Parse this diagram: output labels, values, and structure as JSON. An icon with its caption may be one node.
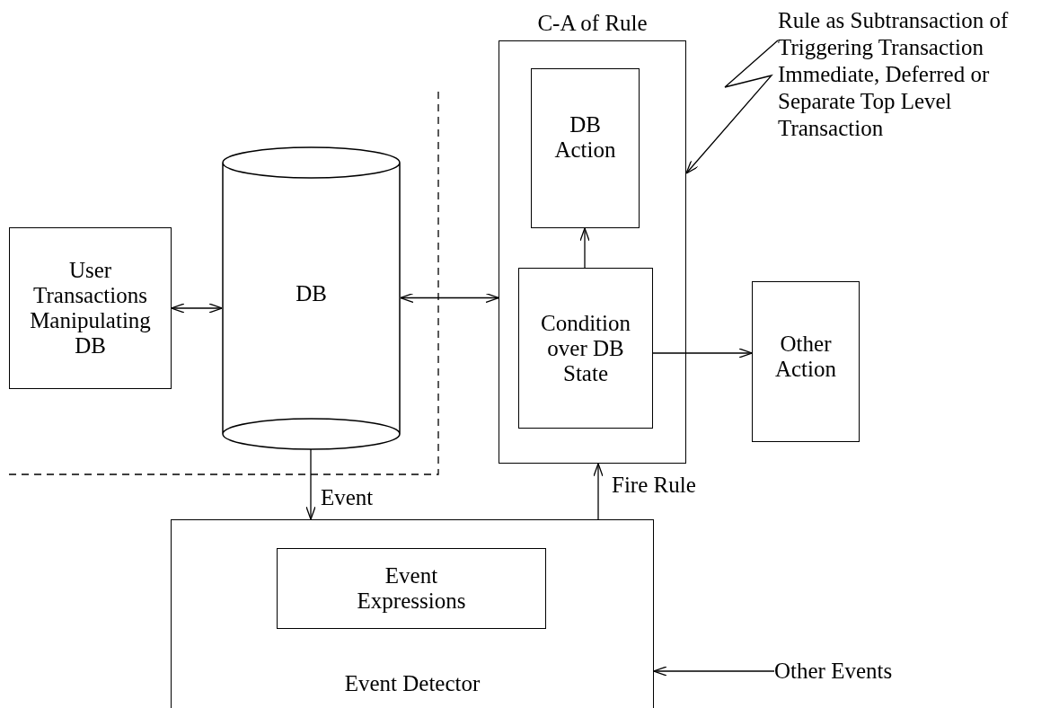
{
  "diagram": {
    "nodes": [
      {
        "text": [
          "User Transactions Manipulating DB"
        ]
      },
      {
        "text": [
          "DB"
        ]
      },
      {
        "text": [
          "C-A of Rule"
        ]
      },
      {
        "text": [
          "DB Action"
        ],
        "in": 2
      },
      {
        "text": [
          "Condition over DB State"
        ],
        "in": 2
      },
      {
        "text": [
          "Other Action"
        ]
      },
      {
        "text": [
          "Event Detector"
        ]
      },
      {
        "text": [
          "Event Expressions"
        ],
        "in": 6
      },
      {
        "text": [
          "Other Events"
        ]
      },
      {
        "text": [
          "Rule as Subtransaction of Triggering Transaction Immediate, Deferred or Separate Top Level Transaction"
        ]
      }
    ],
    "edges": [
      {
        "from": 0,
        "to": 1,
        "arrow": "both"
      },
      {
        "from": 1,
        "to": 2,
        "arrow": "both"
      },
      {
        "from": 4,
        "to": 3,
        "arrow": "to"
      },
      {
        "from": 4,
        "to": 5,
        "arrow": "to"
      },
      {
        "from": 1,
        "to": 6,
        "arrow": "to",
        "label": "Event"
      },
      {
        "from": 6,
        "to": 2,
        "arrow": "to",
        "label": "Fire Rule"
      },
      {
        "from": 8,
        "to": 6,
        "arrow": "to"
      },
      {
        "from": 9,
        "to": 2,
        "arrow": "to"
      }
    ]
  }
}
